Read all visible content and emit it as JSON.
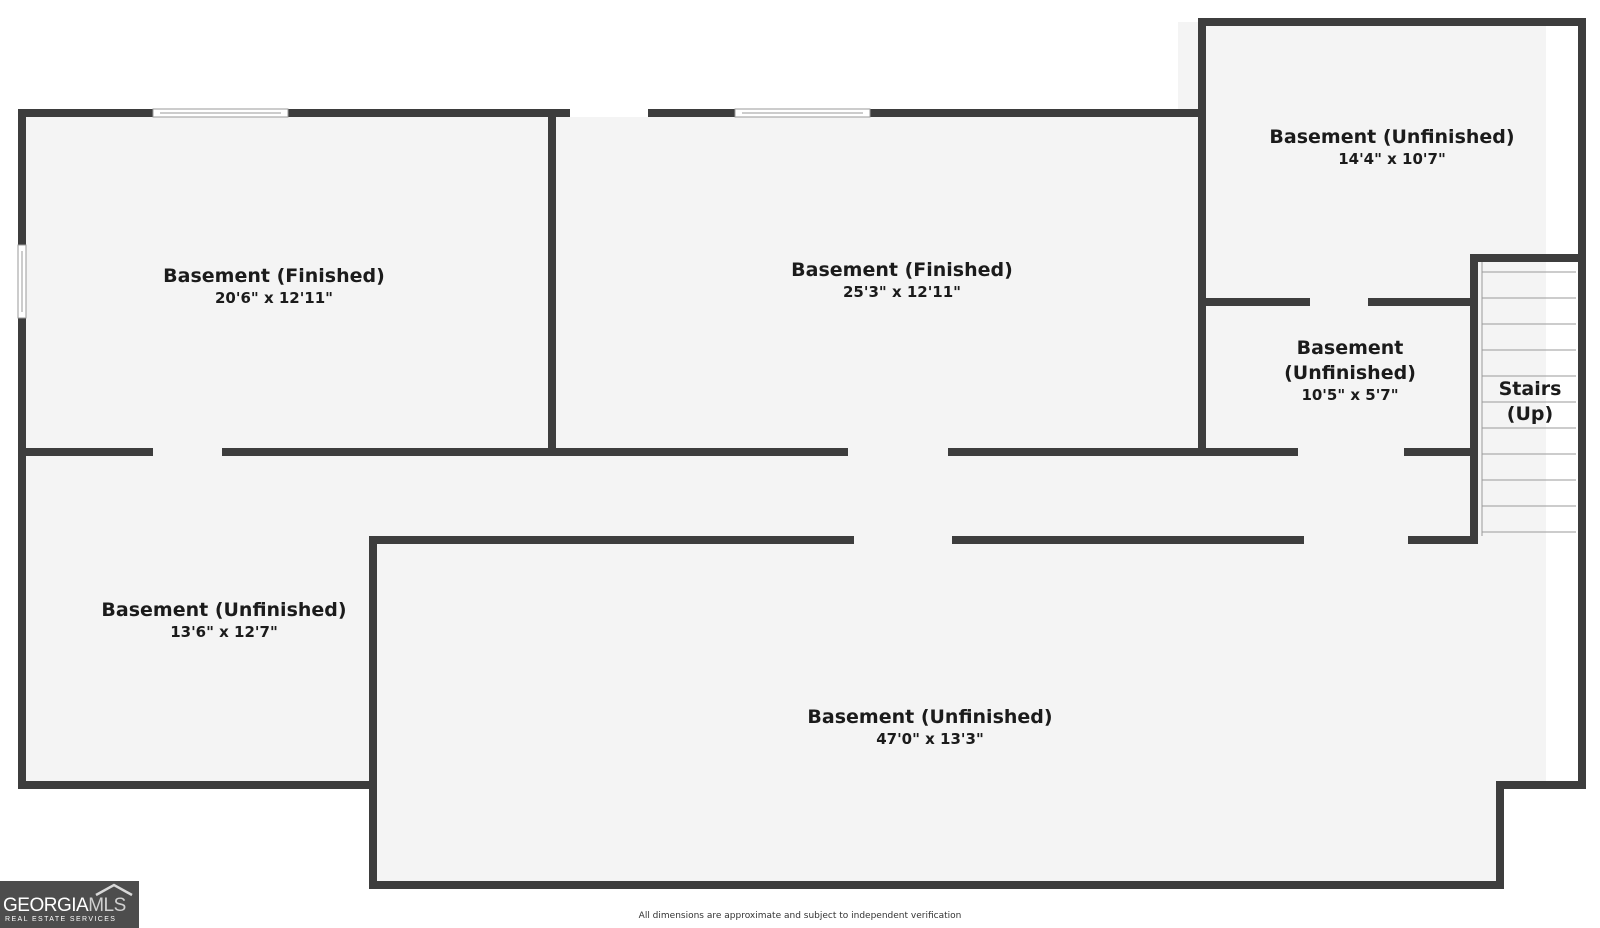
{
  "rooms": [
    {
      "name_lines": [
        "Basement (Finished)"
      ],
      "dimensions": "20'6\" x 12'11\""
    },
    {
      "name_lines": [
        "Basement (Finished)"
      ],
      "dimensions": "25'3\" x 12'11\""
    },
    {
      "name_lines": [
        "Basement (Unfinished)"
      ],
      "dimensions": "14'4\" x 10'7\""
    },
    {
      "name_lines": [
        "Basement",
        "(Unfinished)"
      ],
      "dimensions": "10'5\" x 5'7\""
    },
    {
      "name_lines": [
        "Stairs",
        "(Up)"
      ],
      "dimensions": ""
    },
    {
      "name_lines": [
        "Basement (Unfinished)"
      ],
      "dimensions": "13'6\" x 12'7\""
    },
    {
      "name_lines": [
        "Basement (Unfinished)"
      ],
      "dimensions": "47'0\" x 13'3\""
    }
  ],
  "footer": {
    "disclaimer": "All dimensions are approximate and subject to independent verification"
  },
  "logo": {
    "text_bold": "GEORGIA",
    "text_light": "MLS",
    "subtitle": "REAL ESTATE SERVICES"
  },
  "colors": {
    "wall": "#3d3d3d",
    "floor": "#f4f4f4",
    "background": "#ffffff",
    "stair_line": "#9a9a9a"
  }
}
